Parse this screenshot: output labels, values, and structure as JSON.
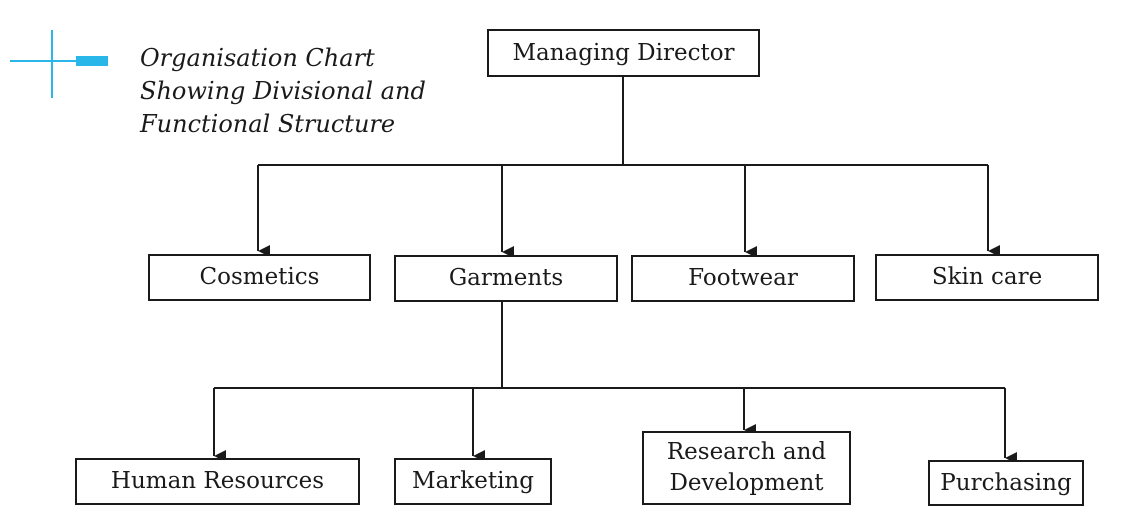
{
  "caption": {
    "line1": "Organisation Chart",
    "line2": "Showing Divisional and",
    "line3": "Functional Structure"
  },
  "accent_color": "#29b6e8",
  "line_color": "#1a1a1a",
  "nodes": {
    "root": {
      "label": "Managing Director"
    },
    "divisions": [
      {
        "label": "Cosmetics"
      },
      {
        "label": "Garments"
      },
      {
        "label": "Footwear"
      },
      {
        "label": "Skin care"
      }
    ],
    "functions": [
      {
        "label": "Human Resources"
      },
      {
        "label": "Marketing"
      },
      {
        "label_line1": "Research and",
        "label_line2": "Development"
      },
      {
        "label": "Purchasing"
      }
    ]
  },
  "edges": [
    {
      "from": "Managing Director",
      "to": "Cosmetics"
    },
    {
      "from": "Managing Director",
      "to": "Garments"
    },
    {
      "from": "Managing Director",
      "to": "Footwear"
    },
    {
      "from": "Managing Director",
      "to": "Skin care"
    },
    {
      "from": "Garments",
      "to": "Human Resources"
    },
    {
      "from": "Garments",
      "to": "Marketing"
    },
    {
      "from": "Garments",
      "to": "Research and Development"
    },
    {
      "from": "Garments",
      "to": "Purchasing"
    }
  ]
}
